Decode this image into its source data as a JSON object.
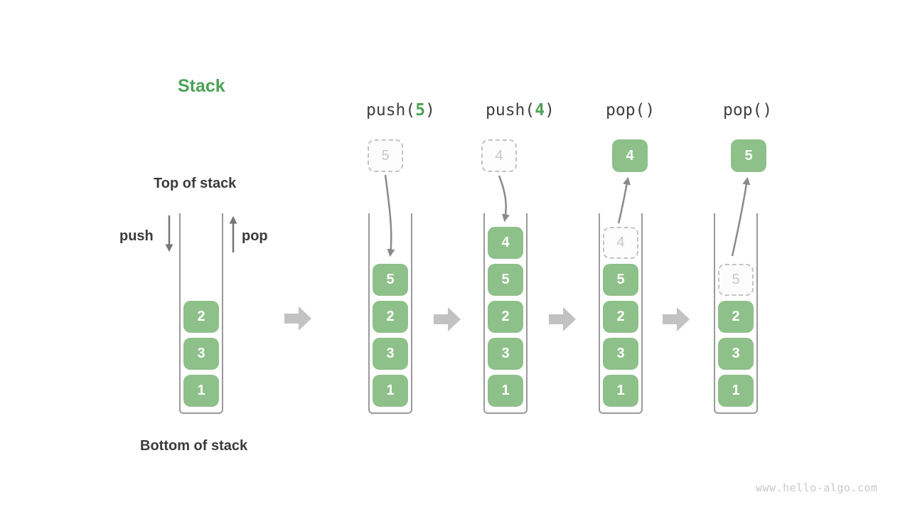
{
  "title": "Stack",
  "labels": {
    "top_of_stack": "Top of stack",
    "bottom_of_stack": "Bottom of stack",
    "push": "push",
    "pop": "pop"
  },
  "watermark": "www.hello-algo.com",
  "colors": {
    "green_box": "#8EC08A",
    "green_accent": "#4DA156",
    "text_dark": "#3B3B3B",
    "code_text": "#3F3F3F",
    "cell_text": "#FFFFFF",
    "arrow_gray": "#8A8A8A",
    "push_pop_arrow": "#757575",
    "block_arrow_gray": "#C2C2C2",
    "ghost_border": "#C4C4C4",
    "ghost_text": "#C8C8C8",
    "ghost_bg": "#FCFCFC",
    "container_border": "#9A9A9A",
    "watermark_color": "#C8C8C8"
  },
  "columns": [
    {
      "id": "initial",
      "cells": [
        {
          "value": "2",
          "ghost": false
        },
        {
          "value": "3",
          "ghost": false
        },
        {
          "value": "1",
          "ghost": false
        }
      ]
    },
    {
      "id": "push-5",
      "header": {
        "prefix": "push(",
        "arg": "5",
        "suffix": ")"
      },
      "staged": {
        "value": "5",
        "ghost": true
      },
      "cells": [
        {
          "value": "5",
          "ghost": false
        },
        {
          "value": "2",
          "ghost": false
        },
        {
          "value": "3",
          "ghost": false
        },
        {
          "value": "1",
          "ghost": false
        }
      ]
    },
    {
      "id": "push-4",
      "header": {
        "prefix": "push(",
        "arg": "4",
        "suffix": ")"
      },
      "staged": {
        "value": "4",
        "ghost": true
      },
      "cells": [
        {
          "value": "4",
          "ghost": false
        },
        {
          "value": "5",
          "ghost": false
        },
        {
          "value": "2",
          "ghost": false
        },
        {
          "value": "3",
          "ghost": false
        },
        {
          "value": "1",
          "ghost": false
        }
      ]
    },
    {
      "id": "pop-first",
      "header": {
        "prefix": "pop()",
        "arg": "",
        "suffix": ""
      },
      "popped": {
        "value": "4",
        "ghost": false
      },
      "cells": [
        {
          "value": "4",
          "ghost": true
        },
        {
          "value": "5",
          "ghost": false
        },
        {
          "value": "2",
          "ghost": false
        },
        {
          "value": "3",
          "ghost": false
        },
        {
          "value": "1",
          "ghost": false
        }
      ]
    },
    {
      "id": "pop-second",
      "header": {
        "prefix": "pop()",
        "arg": "",
        "suffix": ""
      },
      "popped": {
        "value": "5",
        "ghost": false
      },
      "cells": [
        {
          "value": "5",
          "ghost": true
        },
        {
          "value": "2",
          "ghost": false
        },
        {
          "value": "3",
          "ghost": false
        },
        {
          "value": "1",
          "ghost": false
        }
      ]
    }
  ]
}
